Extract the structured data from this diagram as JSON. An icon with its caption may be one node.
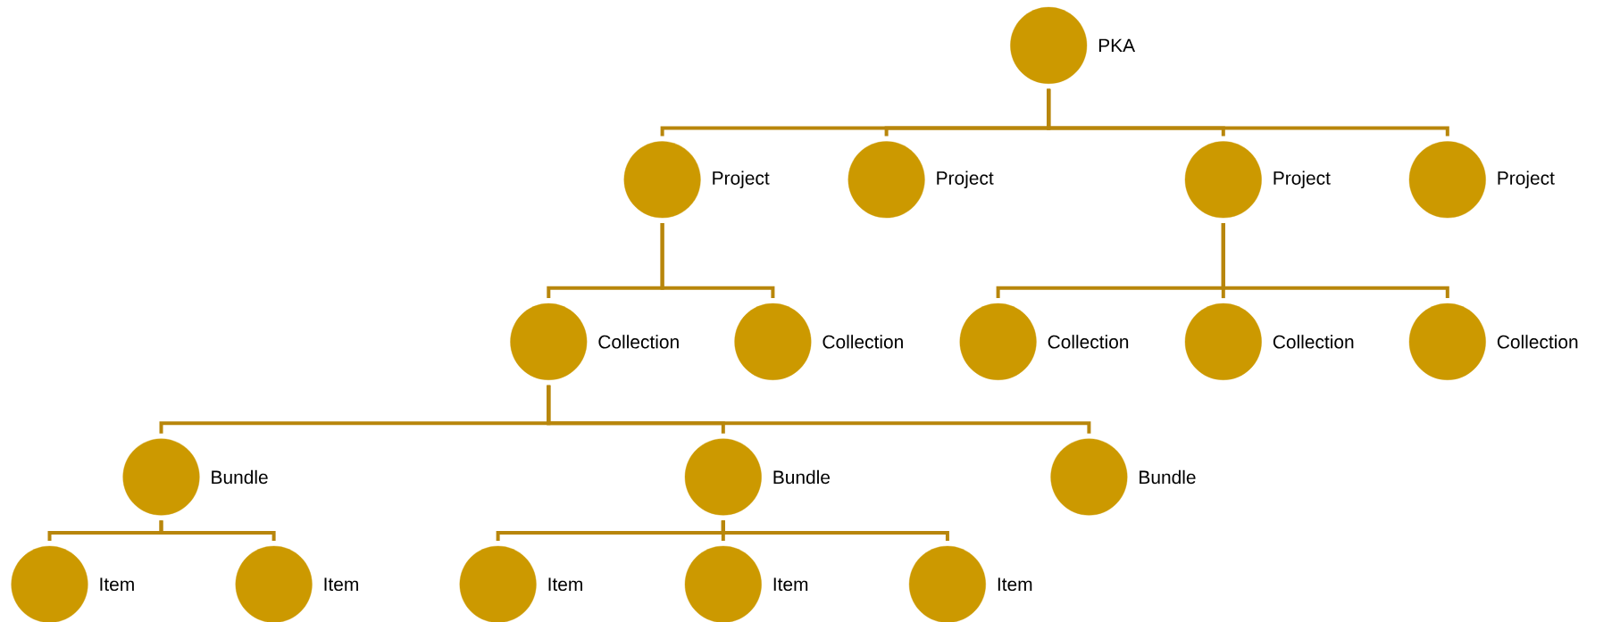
{
  "diagram": {
    "nodes": [
      {
        "text": [
          "PKA"
        ]
      },
      {
        "text": [
          "Project"
        ]
      },
      {
        "text": [
          "Project"
        ]
      },
      {
        "text": [
          "Project"
        ]
      },
      {
        "text": [
          "Project"
        ]
      },
      {
        "text": [
          "Collection"
        ]
      },
      {
        "text": [
          "Collection"
        ]
      },
      {
        "text": [
          "Collection"
        ]
      },
      {
        "text": [
          "Collection"
        ]
      },
      {
        "text": [
          "Collection"
        ]
      },
      {
        "text": [
          "Bundle"
        ]
      },
      {
        "text": [
          "Bundle"
        ]
      },
      {
        "text": [
          "Bundle"
        ]
      },
      {
        "text": [
          "Item"
        ]
      },
      {
        "text": [
          "Item"
        ]
      },
      {
        "text": [
          "Item"
        ]
      },
      {
        "text": [
          "Item"
        ]
      },
      {
        "text": [
          "Item"
        ]
      }
    ],
    "edges": [
      {
        "from": 0,
        "to": 1,
        "arrow": "none"
      },
      {
        "from": 0,
        "to": 2,
        "arrow": "none"
      },
      {
        "from": 0,
        "to": 3,
        "arrow": "none"
      },
      {
        "from": 0,
        "to": 4,
        "arrow": "none"
      },
      {
        "from": 1,
        "to": 5,
        "arrow": "none"
      },
      {
        "from": 1,
        "to": 6,
        "arrow": "none"
      },
      {
        "from": 3,
        "to": 7,
        "arrow": "none"
      },
      {
        "from": 3,
        "to": 8,
        "arrow": "none"
      },
      {
        "from": 3,
        "to": 9,
        "arrow": "none"
      },
      {
        "from": 5,
        "to": 10,
        "arrow": "none"
      },
      {
        "from": 5,
        "to": 11,
        "arrow": "none"
      },
      {
        "from": 5,
        "to": 12,
        "arrow": "none"
      },
      {
        "from": 10,
        "to": 13,
        "arrow": "none"
      },
      {
        "from": 10,
        "to": 14,
        "arrow": "none"
      },
      {
        "from": 11,
        "to": 15,
        "arrow": "none"
      },
      {
        "from": 11,
        "to": 16,
        "arrow": "none"
      },
      {
        "from": 11,
        "to": 17,
        "arrow": "none"
      }
    ]
  }
}
